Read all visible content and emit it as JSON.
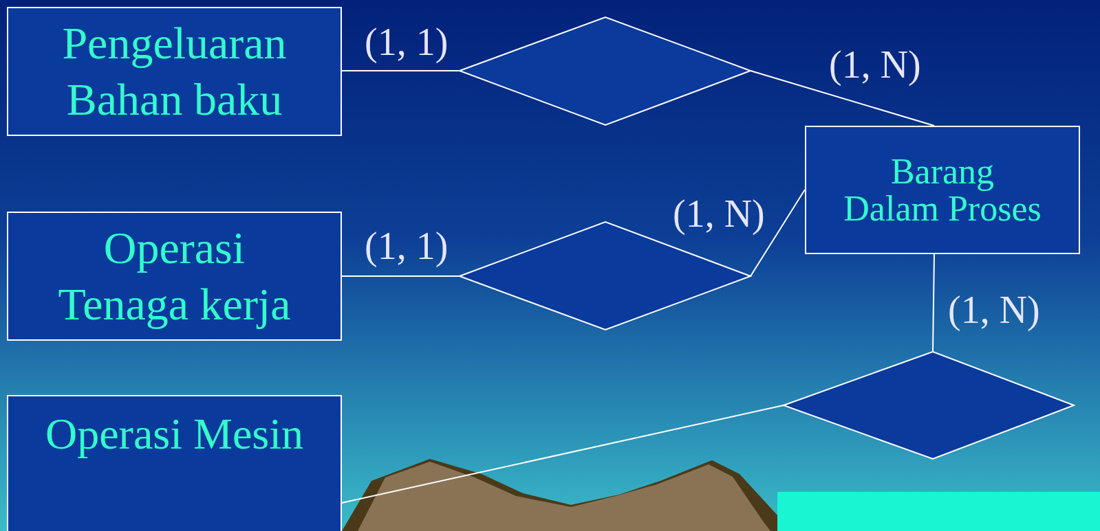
{
  "diagram": {
    "nodes": [
      {
        "text": [
          "Pengeluaran Bahan baku"
        ]
      },
      {
        "text": [
          "Barang Dalam Proses"
        ]
      },
      {
        "text": [
          "Operasi Tenaga kerja"
        ]
      },
      {
        "text": [
          "Operasi Mesin"
        ]
      }
    ],
    "edges": [
      {
        "from": 0,
        "to": 1,
        "arrow": "none"
      },
      {
        "from": 2,
        "to": 1,
        "arrow": "none"
      },
      {
        "from": 3,
        "to": 1,
        "arrow": "none"
      }
    ],
    "labels": [
      "(1, 1)",
      "(1, N)",
      "(1, 1)",
      "(1, N)",
      "(1, N)"
    ]
  }
}
